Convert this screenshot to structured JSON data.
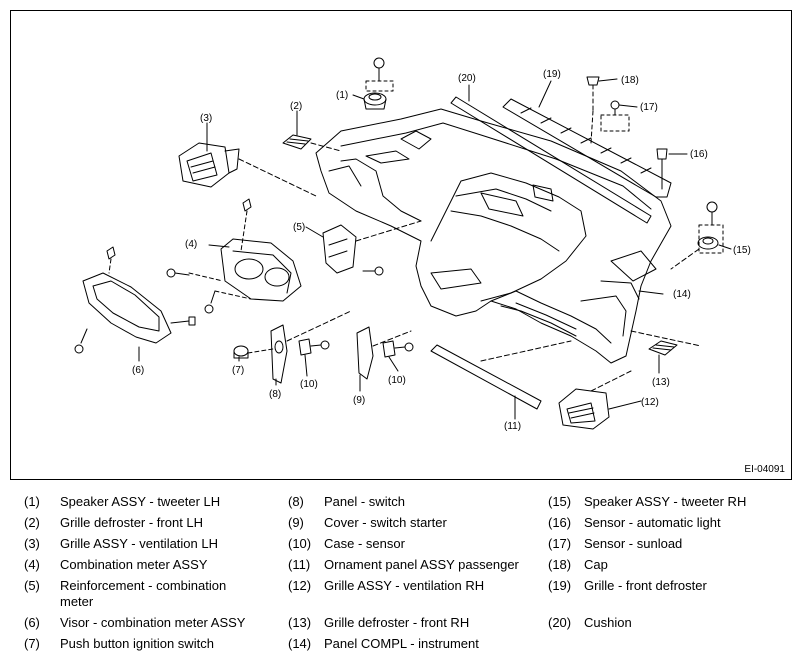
{
  "figure": {
    "figure_id": "EI-04091",
    "callouts": [
      "(1)",
      "(2)",
      "(3)",
      "(4)",
      "(5)",
      "(6)",
      "(7)",
      "(8)",
      "(9)",
      "(10)",
      "(10)",
      "(11)",
      "(12)",
      "(13)",
      "(14)",
      "(15)",
      "(16)",
      "(17)",
      "(18)",
      "(19)",
      "(20)"
    ]
  },
  "legend": {
    "columns": [
      [
        {
          "num": "(1)",
          "text": "Speaker ASSY - tweeter LH"
        },
        {
          "num": "(2)",
          "text": "Grille defroster - front LH"
        },
        {
          "num": "(3)",
          "text": "Grille ASSY - ventilation LH"
        },
        {
          "num": "(4)",
          "text": "Combination meter ASSY"
        },
        {
          "num": "(5)",
          "text": "Reinforcement - combination meter"
        },
        {
          "num": "(6)",
          "text": "Visor - combination meter ASSY"
        },
        {
          "num": "(7)",
          "text": "Push button ignition switch"
        }
      ],
      [
        {
          "num": "(8)",
          "text": "Panel - switch"
        },
        {
          "num": "(9)",
          "text": "Cover - switch starter"
        },
        {
          "num": "(10)",
          "text": "Case - sensor"
        },
        {
          "num": "(11)",
          "text": "Ornament panel ASSY passenger"
        },
        {
          "num": "(12)",
          "text": "Grille ASSY - ventilation RH"
        },
        {
          "num": "(13)",
          "text": "Grille defroster - front RH"
        },
        {
          "num": "(14)",
          "text": "Panel COMPL - instrument"
        }
      ],
      [
        {
          "num": "(15)",
          "text": "Speaker ASSY - tweeter RH"
        },
        {
          "num": "(16)",
          "text": "Sensor - automatic light"
        },
        {
          "num": "(17)",
          "text": "Sensor - sunload"
        },
        {
          "num": "(18)",
          "text": "Cap"
        },
        {
          "num": "(19)",
          "text": "Grille - front defroster"
        },
        {
          "num": "(20)",
          "text": "Cushion"
        }
      ]
    ]
  }
}
